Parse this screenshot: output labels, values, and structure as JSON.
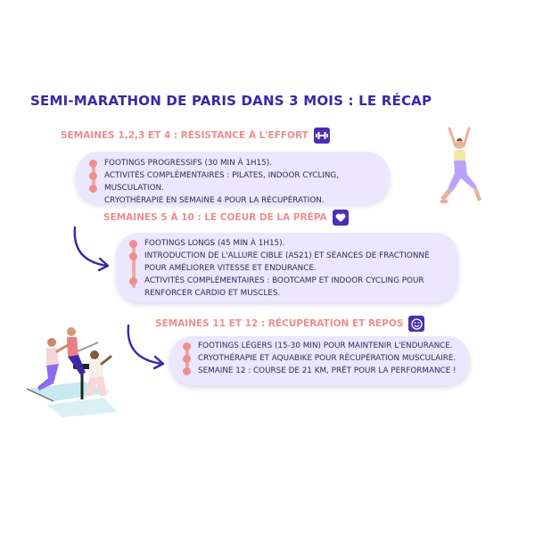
{
  "title": "SEMI-MARATHON DE PARIS DANS 3 MOIS : LE RÉCAP",
  "colors": {
    "title": "#3a27a8",
    "section_heading": "#ef8d8d",
    "card_background": "#ece6ff",
    "badge": "#4b2fb3",
    "arrow": "#3a27a8"
  },
  "sections": [
    {
      "heading": "SEMAINES 1,2,3 ET 4 : RÉSISTANCE À L'EFFORT",
      "icon": "dumbbell-icon",
      "items": [
        "FOOTINGS PROGRESSIFS (30 MIN À 1H15).",
        "ACTIVITÉS COMPLÉMENTAIRES : PILATES, INDOOR CYCLING, MUSCULATION.",
        "CRYOTHÉRAPIE EN SEMAINE 4 POUR LA RÉCUPÉRATION."
      ]
    },
    {
      "heading": "SEMAINES 5 À 10 : LE COEUR DE LA PRÉPA",
      "icon": "heart-icon",
      "items": [
        "FOOTINGS LONGS (45 MIN À 1H15).",
        "INTRODUCTION DE L'ALLURE CIBLE (AS21) ET SÉANCES DE FRACTIONNÉ POUR AMÉLIORER VITESSE ET ENDURANCE.",
        "ACTIVITÉS COMPLÉMENTAIRES : BOOTCAMP ET INDOOR CYCLING POUR RENFORCER CARDIO ET MUSCLES."
      ]
    },
    {
      "heading": "SEMAINES 11 ET 12 : RÉCUPÉRATION ET REPOS",
      "icon": "smiley-icon",
      "items": [
        "FOOTINGS LÉGERS (15-30 MIN) POUR MAINTENIR L'ENDURANCE.",
        "CRYOTHÉRAPIE ET AQUABIKE POUR RÉCUPÉRATION MUSCULAIRE.",
        "SEMAINE 12 : COURSE DE 21 KM, PRÊT POUR LA PERFORMANCE !"
      ]
    }
  ]
}
